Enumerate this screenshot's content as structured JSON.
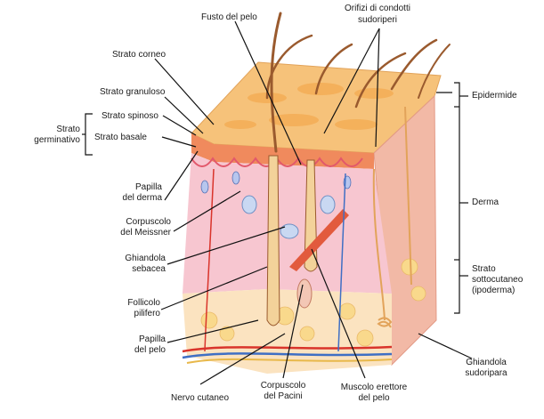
{
  "labels": {
    "fusto_pelo": "Fusto del pelo",
    "orifizi_1": "Orifizi di condotti",
    "orifizi_2": "sudoriperi",
    "strato_corneo": "Strato corneo",
    "strato_granuloso": "Strato granuloso",
    "strato_spinoso": "Strato spinoso",
    "strato_basale": "Strato basale",
    "strato_germinativo_1": "Strato",
    "strato_germinativo_2": "germinativo",
    "papilla_derma_1": "Papilla",
    "papilla_derma_2": "del derma",
    "meissner_1": "Corpuscolo",
    "meissner_2": "del Meissner",
    "sebacea_1": "Ghiandola",
    "sebacea_2": "sebacea",
    "follicolo_1": "Follicolo",
    "follicolo_2": "pilifero",
    "papilla_pelo_1": "Papilla",
    "papilla_pelo_2": "del pelo",
    "nervo": "Nervo cutaneo",
    "pacini_1": "Corpuscolo",
    "pacini_2": "del Pacini",
    "muscolo_1": "Muscolo erettore",
    "muscolo_2": "del pelo",
    "sudoripara_1": "Ghiandola",
    "sudoripara_2": "sudoripara",
    "epidermide": "Epidermide",
    "derma": "Derma",
    "sottocutaneo_1": "Strato",
    "sottocutaneo_2": "sottocutaneo",
    "sottocutaneo_3": "(ipoderma)"
  },
  "colors": {
    "epidermis_top": "#f6c27a",
    "epidermis_front": "#f08a5d",
    "dermis": "#f7c6d0",
    "hypodermis": "#fbe3c0",
    "fat": "#f9d98c",
    "hair": "#9a5a2e",
    "vessel_red": "#d9342b",
    "vessel_blue": "#3f6fc4",
    "nerve": "#e8b84a",
    "leader": "#111111"
  }
}
